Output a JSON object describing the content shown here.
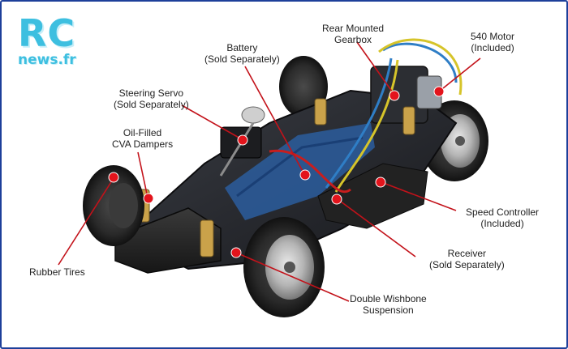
{
  "logo": {
    "main": "RC",
    "sub": "news.fr"
  },
  "callouts": [
    {
      "id": "rear-mounted-gearbox",
      "lines": [
        "Rear Mounted",
        "Gearbox"
      ]
    },
    {
      "id": "540-motor",
      "lines": [
        "540 Motor",
        "(Included)"
      ]
    },
    {
      "id": "battery",
      "lines": [
        "Battery",
        "(Sold Separately)"
      ]
    },
    {
      "id": "steering-servo",
      "lines": [
        "Steering Servo",
        "(Sold Separately)"
      ]
    },
    {
      "id": "oil-filled-cva-dampers",
      "lines": [
        "Oil-Filled",
        "CVA Dampers"
      ]
    },
    {
      "id": "speed-controller",
      "lines": [
        "Speed Controller",
        "(Included)"
      ]
    },
    {
      "id": "receiver",
      "lines": [
        "Receiver",
        "(Sold Separately)"
      ]
    },
    {
      "id": "rubber-tires",
      "lines": [
        "Rubber Tires"
      ]
    },
    {
      "id": "double-wishbone-suspension",
      "lines": [
        "Double Wishbone",
        "Suspension"
      ]
    }
  ],
  "colors": {
    "callout_marker": "#e3141c",
    "callout_line": "#c3121a",
    "frame_border": "#1d3f9a",
    "logo": "#3dbfe0"
  }
}
